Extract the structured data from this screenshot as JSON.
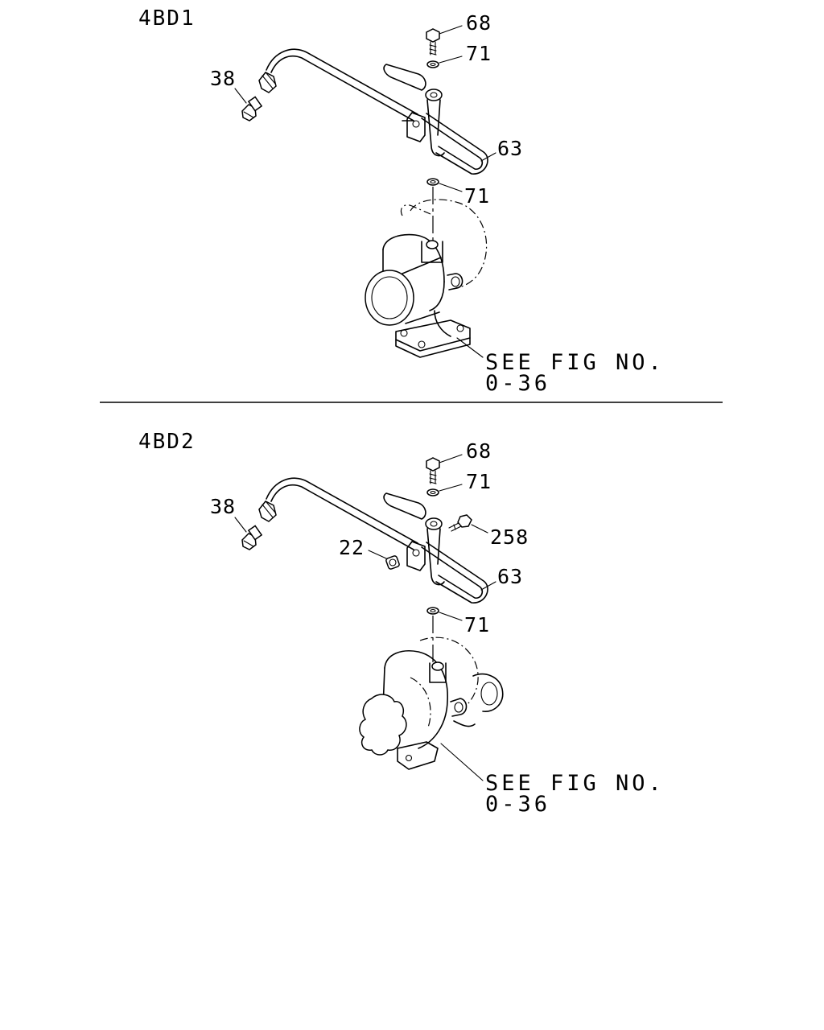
{
  "sections": [
    {
      "title": "4BD1",
      "callouts": {
        "c68": "68",
        "c71a": "71",
        "c38": "38",
        "c63": "63",
        "c71b": "71"
      },
      "see_line1": "SEE FIG NO.",
      "see_line2": "0-36"
    },
    {
      "title": "4BD2",
      "callouts": {
        "c68": "68",
        "c71a": "71",
        "c38": "38",
        "c258": "258",
        "c22": "22",
        "c63": "63",
        "c71b": "71"
      },
      "see_line1": "SEE FIG NO.",
      "see_line2": "0-36"
    }
  ]
}
